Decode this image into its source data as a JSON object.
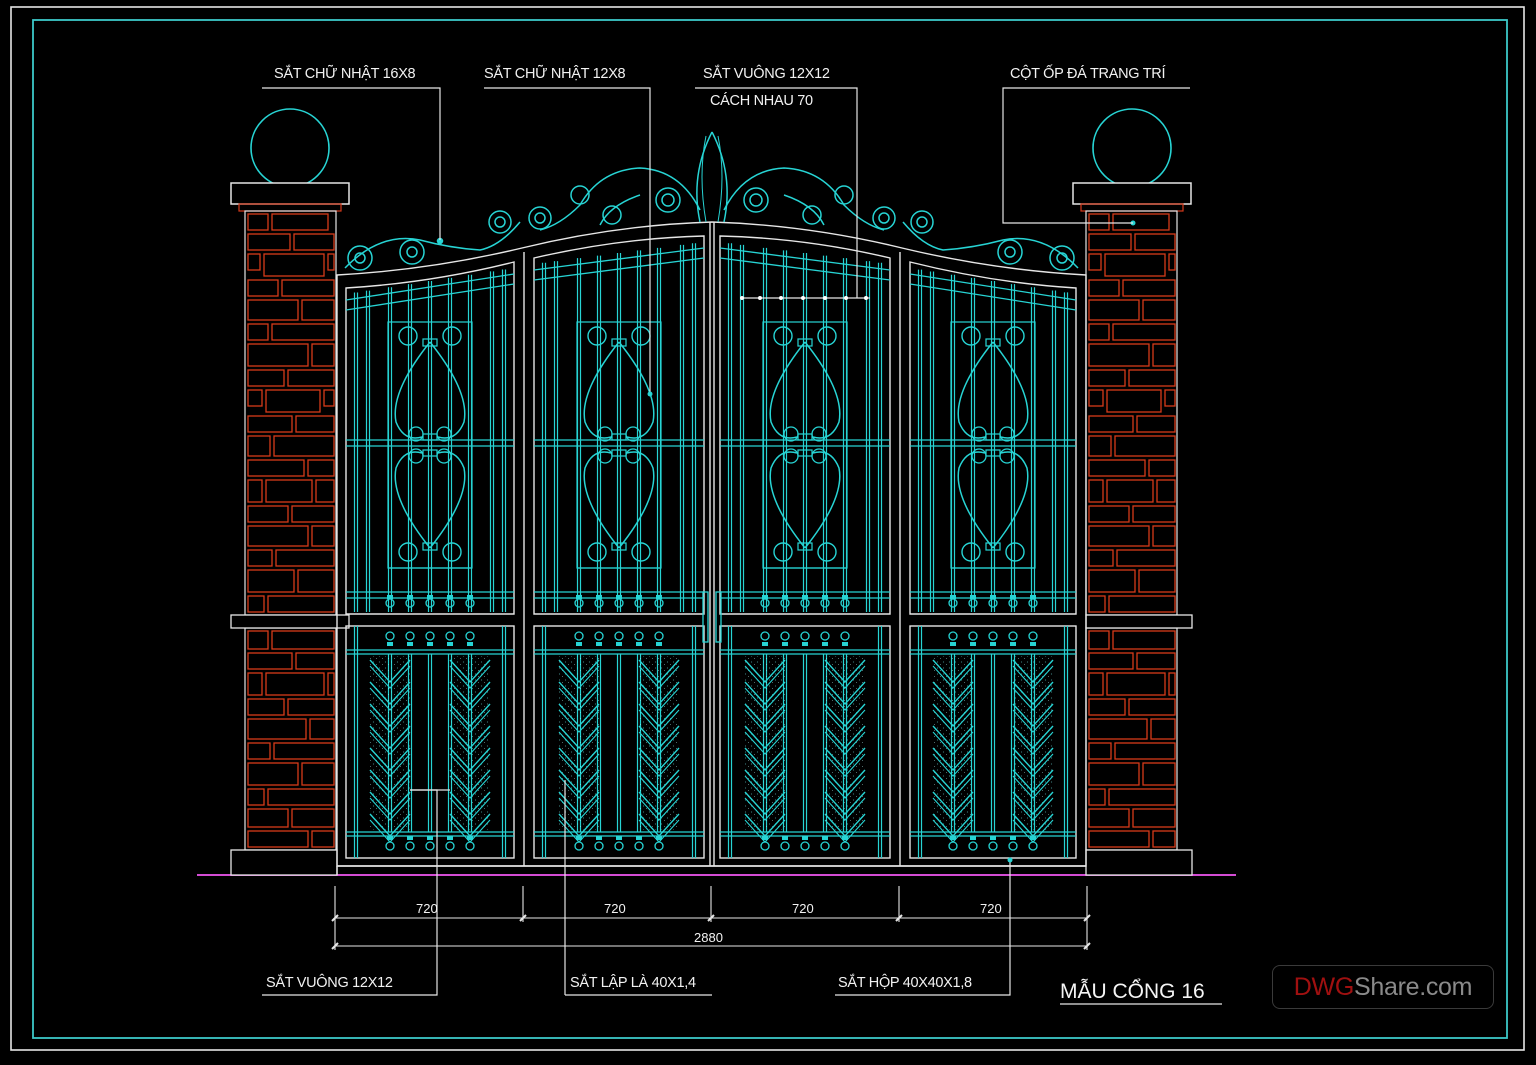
{
  "drawing": {
    "title": "MẪU CỔNG 16",
    "colors": {
      "background": "#000000",
      "iron": "#27d4d4",
      "frame": "#e6e6e6",
      "brick": "#d63a1a",
      "ground": "#d44cd4",
      "outer_border": "#e6e6e6",
      "inner_border": "#3cc8c8"
    },
    "callouts_top": [
      {
        "id": "c1",
        "text": "SẮT CHỮ NHẬT 16X8"
      },
      {
        "id": "c2",
        "text": "SẮT CHỮ NHẬT 12X8"
      },
      {
        "id": "c3",
        "text": "SẮT VUÔNG 12X12"
      },
      {
        "id": "c3b",
        "text": "CÁCH NHAU 70"
      },
      {
        "id": "c4",
        "text": "CỘT ỐP ĐÁ TRANG TRÍ"
      }
    ],
    "callouts_bottom": [
      {
        "id": "b1",
        "text": "SẮT VUÔNG 12X12"
      },
      {
        "id": "b2",
        "text": "SẮT LẬP LÀ 40X1,4"
      },
      {
        "id": "b3",
        "text": "SẮT HỘP 40X40X1,8"
      }
    ],
    "dimensions": {
      "panels": [
        "720",
        "720",
        "720",
        "720"
      ],
      "total": "2880"
    },
    "watermark": {
      "part1": "DWG",
      "part2": "Share.com"
    }
  }
}
